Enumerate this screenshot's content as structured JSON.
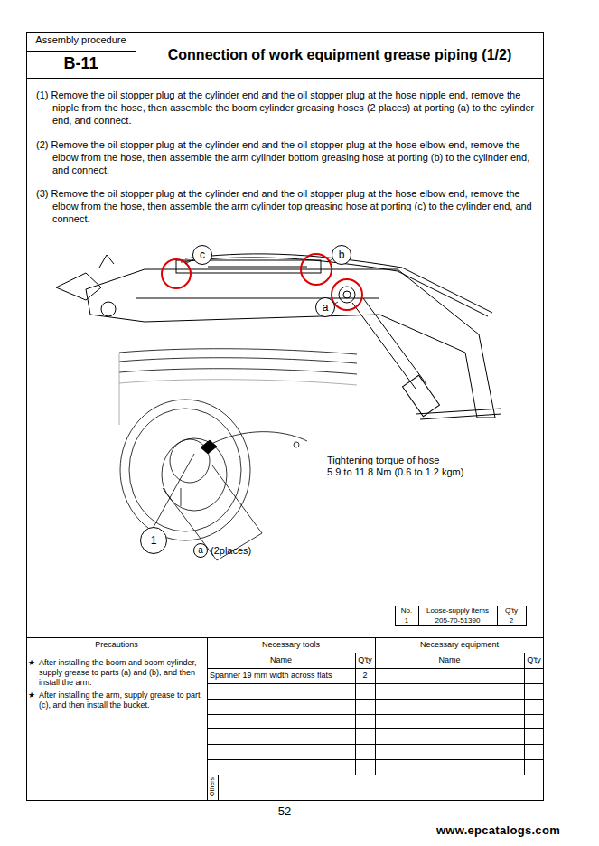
{
  "diagram": {
    "title": "Connection of work equipment grease piping (1/2)",
    "nodes": [
      {
        "text": [
          "c"
        ]
      },
      {
        "text": [
          "b"
        ]
      },
      {
        "text": [
          "a"
        ]
      },
      {
        "text": [
          "1"
        ]
      },
      {
        "text": [
          "a"
        ]
      }
    ],
    "labels": [
      "Assembly procedure",
      "B-11",
      "(1) Remove the oil stopper plug at the cylinder end and the oil stopper plug at the hose nipple end, remove the nipple from the hose, then assemble the boom cylinder greasing hoses (2 places) at porting (a) to the cylinder end, and connect.",
      "(2) Remove the oil stopper plug at the cylinder end and the oil stopper plug at the hose elbow end, remove the elbow from the hose, then assemble the arm cylinder bottom greasing hose at porting (b) to the cylinder end, and connect.",
      "(3) Remove the oil stopper plug at the cylinder end and the oil stopper plug at the hose elbow end, remove the elbow from the hose, then assemble the arm cylinder top greasing hose at porting (c) to the cylinder end, and connect.",
      "Tightening torque of hose",
      "5.9 to 11.8 Nm (0.6 to 1.2 kgm)",
      "(2places)",
      "No.",
      "Loose-supply items",
      "Q'ty",
      "1",
      "205-70-51390",
      "2",
      "Precautions",
      "Necessary tools",
      "Necessary equipment",
      "Name",
      "Q'ty",
      "Name",
      "Q'ty",
      "★",
      "After installing the boom and boom cylinder, supply grease to parts (a) and (b), and then install the arm.",
      "★",
      "After installing the arm, supply grease to part (c), and then install the bucket.",
      "Spanner 19 mm width across flats",
      "2",
      "Others",
      "52",
      "www.epcatalogs.com"
    ]
  }
}
